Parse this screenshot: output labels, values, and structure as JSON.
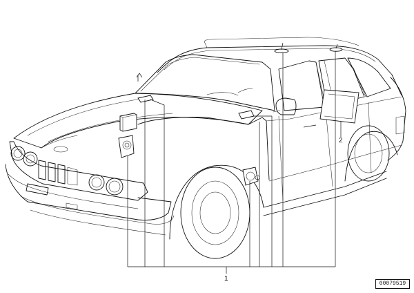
{
  "callouts": {
    "item_1": "1",
    "item_2": "2"
  },
  "reference_number": "00079519"
}
